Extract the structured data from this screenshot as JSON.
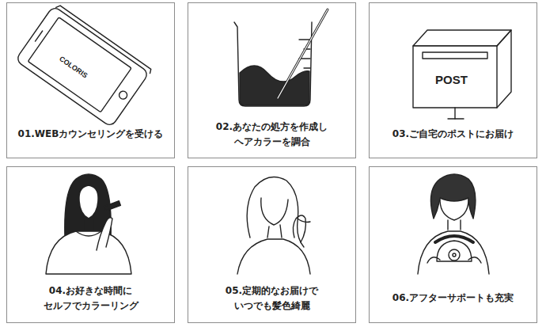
{
  "diagram": {
    "nodes": [
      {
        "text": [
          "01.WEBカウンセリングを受ける"
        ]
      },
      {
        "text": [
          "02.あなたの処方を作成し ヘアカラーを調合"
        ]
      },
      {
        "text": [
          "03.ご自宅のポストにお届け"
        ]
      },
      {
        "text": [
          "04.お好きな時間に セルフでカラーリング"
        ]
      },
      {
        "text": [
          "05.定期的なお届けで いつでも髪色綺麗"
        ]
      },
      {
        "text": [
          "06.アフターサポートも充実"
        ]
      }
    ],
    "labels": [
      "COLORIS",
      "POST"
    ]
  }
}
